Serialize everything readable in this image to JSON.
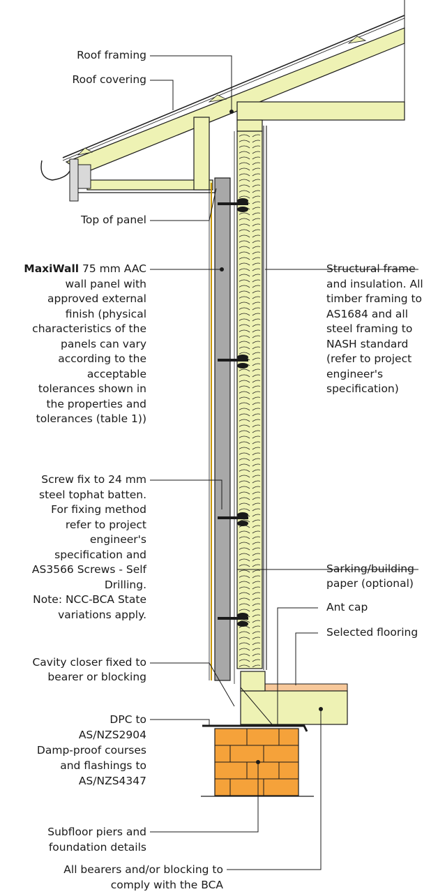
{
  "colors": {
    "timber": "#eef2b4",
    "panel": "#a8a8a8",
    "brick": "#f5a23a",
    "outline": "#1a1a1a"
  },
  "labels": {
    "roof_framing": "Roof framing",
    "roof_covering": "Roof covering",
    "top_of_panel": "Top of panel",
    "maxiwall": {
      "brand": "MaxiWall",
      "lines": [
        " 75 mm AAC",
        "wall panel with",
        "approved external",
        "finish (physical",
        "characteristics of the",
        "panels can vary",
        "according to the",
        "acceptable",
        "tolerances shown in",
        "the properties and",
        "tolerances (table 1))"
      ]
    },
    "structural": {
      "lines": [
        "Structural frame",
        "and insulation. All",
        "timber framing to",
        "AS1684 and all",
        "steel framing to",
        "NASH standard",
        "(refer to project",
        "engineer's",
        "specification)"
      ]
    },
    "screw_fix": {
      "lines": [
        "Screw fix to 24 mm",
        "steel tophat batten.",
        "For fixing method",
        "refer to project",
        "engineer's",
        "specification and",
        "AS3566 Screws - Self",
        "Drilling.",
        "Note: NCC-BCA State",
        "variations apply."
      ]
    },
    "sarking": {
      "lines": [
        "Sarking/building",
        "paper (optional)"
      ]
    },
    "ant_cap": "Ant cap",
    "selected_flooring": "Selected flooring",
    "cavity_closer": {
      "lines": [
        "Cavity closer fixed to",
        "bearer or blocking"
      ]
    },
    "dpc": {
      "lines": [
        "DPC to",
        "AS/NZS2904",
        "Damp-proof courses",
        "and flashings to",
        "AS/NZS4347"
      ]
    },
    "subfloor": {
      "lines": [
        "Subfloor piers and",
        "foundation details"
      ]
    },
    "bearers": {
      "lines": [
        "All bearers and/or blocking to",
        "comply with the BCA"
      ]
    }
  }
}
